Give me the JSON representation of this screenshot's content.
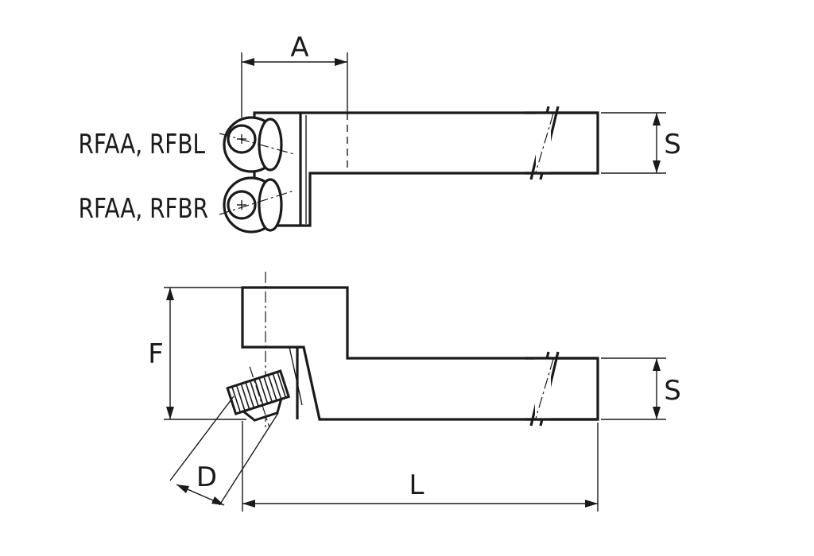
{
  "labels": {
    "dim_a": "A",
    "dim_s_top": "S",
    "dim_s_bottom": "S",
    "dim_f": "F",
    "dim_d": "D",
    "dim_l": "L",
    "variant_left": "RFAA, RFBL",
    "variant_right": "RFAA, RFBR"
  },
  "colors": {
    "ink": "#1a1a1a",
    "background": "#ffffff"
  }
}
